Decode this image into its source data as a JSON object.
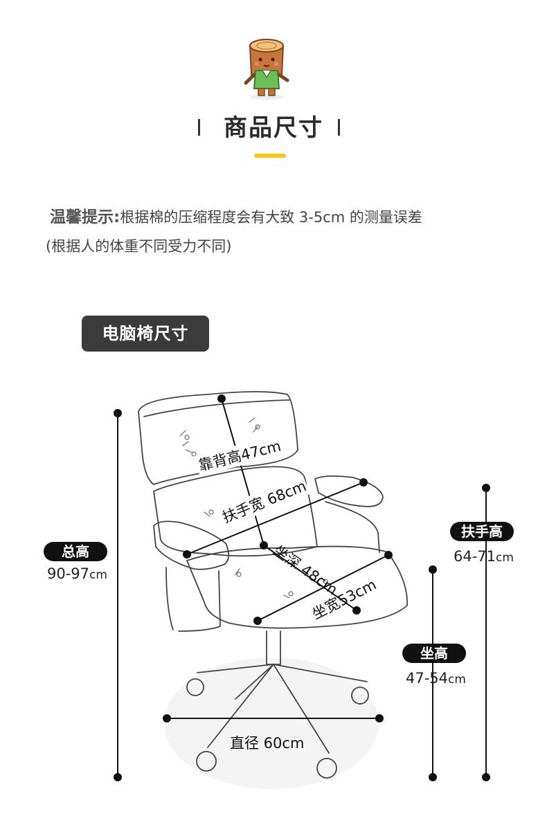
{
  "header": {
    "title": "商品尺寸",
    "accent_color": "#f5c518"
  },
  "note": {
    "label": "温馨提示:",
    "text": "根据棉的压缩程度会有大致 3-5cm 的测量误差",
    "text2": "(根据人的体重不同受力不同)"
  },
  "section": {
    "title": "电脑椅尺寸"
  },
  "dimensions": {
    "total_height": {
      "label": "总高",
      "value": "90-97",
      "unit": "cm"
    },
    "armrest_height": {
      "label": "扶手高",
      "value": "64-71",
      "unit": "cm"
    },
    "seat_height": {
      "label": "坐高",
      "value": "47-54",
      "unit": "cm"
    },
    "backrest_height": "靠背高47cm",
    "armrest_width": "扶手宽 68cm",
    "seat_depth": "坐深 48cm",
    "seat_width": "坐宽53cm",
    "base_diameter": "直径 60cm"
  }
}
